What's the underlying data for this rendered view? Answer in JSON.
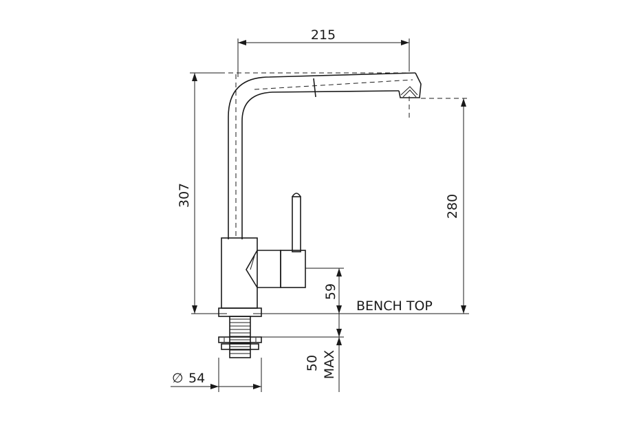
{
  "dimensions": {
    "spout_reach": "215",
    "overall_height": "307",
    "spout_height": "280",
    "handle_height": "59",
    "bench_top": "BENCH TOP",
    "max_bench_thickness": "50",
    "max_label": "MAX",
    "base_diameter_symbol": "∅",
    "base_diameter": "54"
  },
  "colors": {
    "line": "#1a1a1a",
    "background": "#ffffff"
  }
}
